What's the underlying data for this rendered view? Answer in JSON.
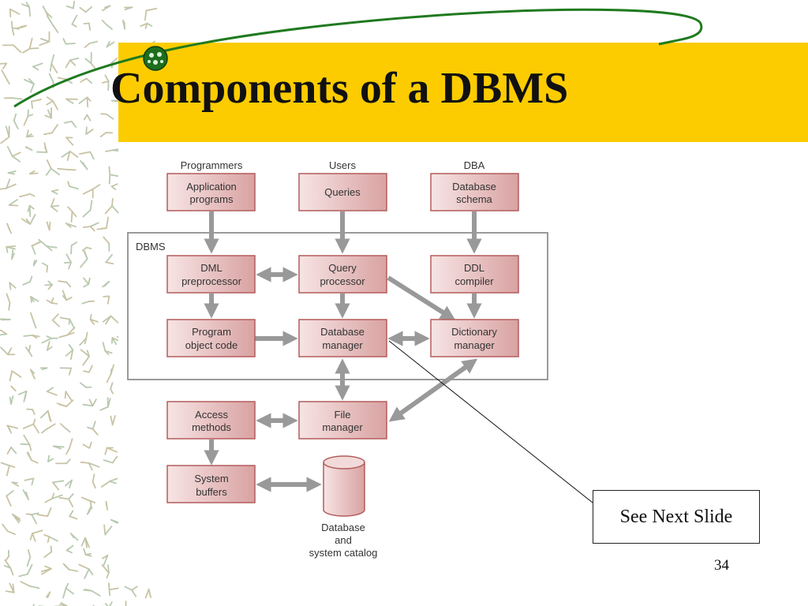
{
  "slide": {
    "title": "Components of a DBMS",
    "page_number": "34",
    "callout": "See Next Slide",
    "colors": {
      "title_band": "#fccc00",
      "node_fill_light": "#f7e4e4",
      "node_fill_dark": "#d9a2a2",
      "node_border": "#b45c5c",
      "arrow": "#999999",
      "dbms_border": "#9a9a9a",
      "swoosh": "#1f7a1f"
    }
  },
  "diagram": {
    "headers": {
      "programmers": "Programmers",
      "users": "Users",
      "dba": "DBA"
    },
    "dbms_label": "DBMS",
    "nodes": {
      "app_programs": [
        "Application",
        "programs"
      ],
      "queries": [
        "Queries"
      ],
      "db_schema": [
        "Database",
        "schema"
      ],
      "dml_preprocessor": [
        "DML",
        "preprocessor"
      ],
      "query_processor": [
        "Query",
        "processor"
      ],
      "ddl_compiler": [
        "DDL",
        "compiler"
      ],
      "program_object_code": [
        "Program",
        "object code"
      ],
      "database_manager": [
        "Database",
        "manager"
      ],
      "dictionary_manager": [
        "Dictionary",
        "manager"
      ],
      "access_methods": [
        "Access",
        "methods"
      ],
      "file_manager": [
        "File",
        "manager"
      ],
      "system_buffers": [
        "System",
        "buffers"
      ]
    },
    "database_label": [
      "Database",
      "and",
      "system catalog"
    ]
  }
}
